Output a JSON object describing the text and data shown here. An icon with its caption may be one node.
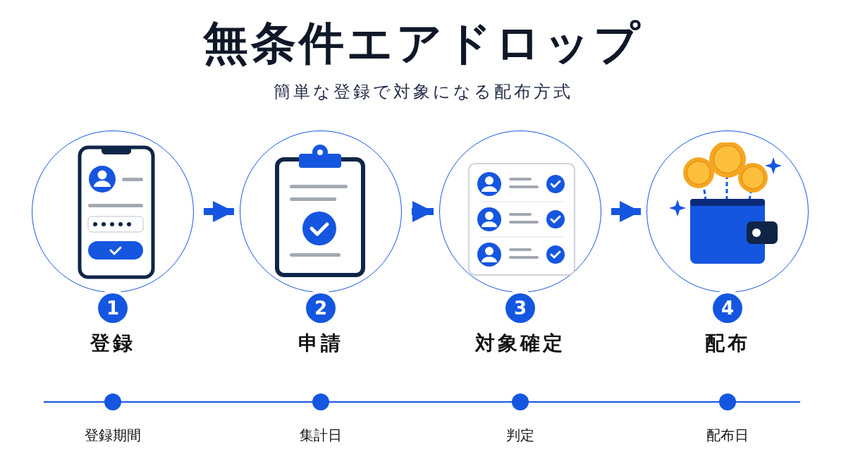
{
  "diagram": {
    "title": "無条件エアドロップ",
    "nodes": [
      {
        "text": [
          "1",
          "登録"
        ]
      },
      {
        "text": [
          "2",
          "申請"
        ]
      },
      {
        "text": [
          "3",
          "対象確定"
        ]
      },
      {
        "text": [
          "4",
          "配布"
        ]
      }
    ],
    "edges": [
      {
        "from": 0,
        "to": 1,
        "arrow": "to"
      },
      {
        "from": 1,
        "to": 2,
        "arrow": "to"
      },
      {
        "from": 2,
        "to": 3,
        "arrow": "to"
      }
    ],
    "labels": [
      "簡単な登録で対象になる配布方式",
      "登録期間",
      "集計日",
      "判定",
      "配布日"
    ]
  }
}
